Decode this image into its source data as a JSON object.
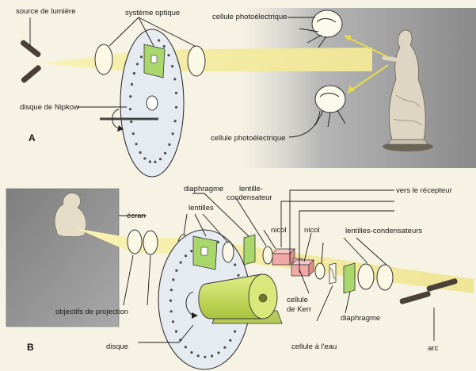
{
  "diagram": {
    "panel_a": {
      "letter": "A",
      "labels": {
        "source": "source de lumière",
        "optics": "système optique",
        "cell_top": "cellule photoélectrique",
        "disk": "disque de Nipkow",
        "cell_bottom": "cellule photoélectrique"
      }
    },
    "panel_b": {
      "letter": "B",
      "labels": {
        "diaphragm_top": "diaphragme",
        "condenser": "lentille-\ncondensateur",
        "receiver": "vers le récepteur",
        "screen": "écran",
        "lenses": "lentilles",
        "nicol_1": "nicol",
        "nicol_2": "nicol",
        "condensers": "lentilles-condensateurs",
        "kerr_cell": "cellule\nde Kerr",
        "diaphragm_bottom": "diaphragme",
        "projection": "objectifs  de  projection",
        "water_cell": "cellule à l'eau",
        "disk": "disque",
        "arc": "arc"
      }
    },
    "colors": {
      "beam": "#f3eba0",
      "filter_green": "#a9d76b",
      "motor": "#c8e05a",
      "nicol": "#f1a8a6",
      "disk": "#e6ebf2",
      "backdrop": "#8d8d8d"
    }
  }
}
